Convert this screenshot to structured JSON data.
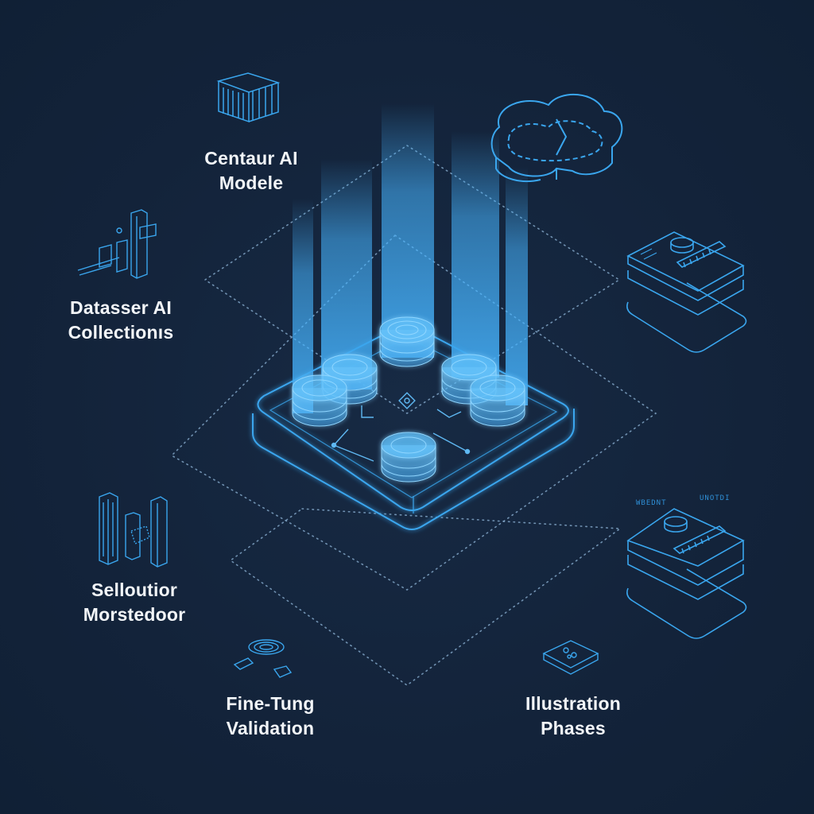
{
  "labels": {
    "centaur": [
      "Centaur AI",
      "Modele"
    ],
    "datasets": [
      "Datasser AI",
      "Collectionıs"
    ],
    "selloutior": [
      "Selloutior",
      "Morstedoor"
    ],
    "finetune": [
      "Fine-Tung",
      "Validation"
    ],
    "illustration": [
      "Illustration",
      "Phases"
    ]
  },
  "panel_tags": [
    "WBEDNT",
    "UNOTDI"
  ],
  "colors": {
    "background": "#13233a",
    "line": "#2f9be6",
    "glow": "#46b4ff",
    "text": "#f2f5f8"
  }
}
